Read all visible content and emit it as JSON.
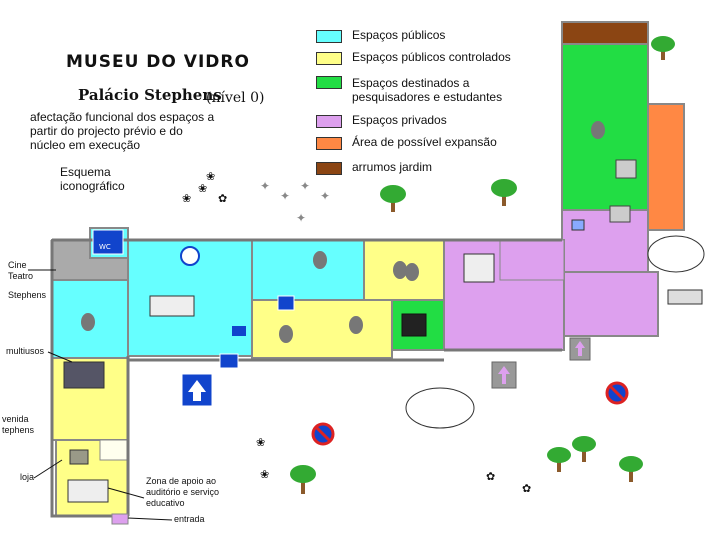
{
  "title": "MUSEU DO VIDRO",
  "subtitle": "Palácio Stephens",
  "level": "(nível 0)",
  "description": [
    "afectação funcional dos espaços a",
    "partir do projecto prévio e do",
    "núcleo em execução"
  ],
  "schema_label": [
    "Esquema",
    "iconográfico"
  ],
  "legend": [
    {
      "color": "#66ffff",
      "label": [
        "Espaços públicos"
      ]
    },
    {
      "color": "#ffff88",
      "label": [
        "Espaços públicos controlados"
      ]
    },
    {
      "color": "#22dd44",
      "label": [
        "Espaços destinados a",
        "pesquisadores e estudantes"
      ]
    },
    {
      "color": "#dda0ee",
      "label": [
        "Espaços privados"
      ]
    },
    {
      "color": "#ff8844",
      "label": [
        "Área de possível expansão"
      ]
    },
    {
      "color": "#8b4513",
      "label": [
        "arrumos jardim"
      ]
    }
  ],
  "side_labels": {
    "cine": [
      "Cine",
      "Teatro"
    ],
    "stephens": "Stephens",
    "multiusos": "multiusos",
    "avenida": [
      "venida",
      "tephens"
    ],
    "loja": "loja",
    "zona": [
      "Zona de apoio ao",
      "auditório e serviço",
      "educativo"
    ],
    "entrada": "entrada",
    "wc": "WC"
  },
  "colors": {
    "public": "#66ffff",
    "controlled": "#ffff88",
    "research": "#22dd44",
    "private": "#dda0ee",
    "expansion": "#ff8844",
    "storage": "#8b4513",
    "wall": "#888888",
    "tree": "#33aa33",
    "trunk": "#8b5a2b"
  }
}
